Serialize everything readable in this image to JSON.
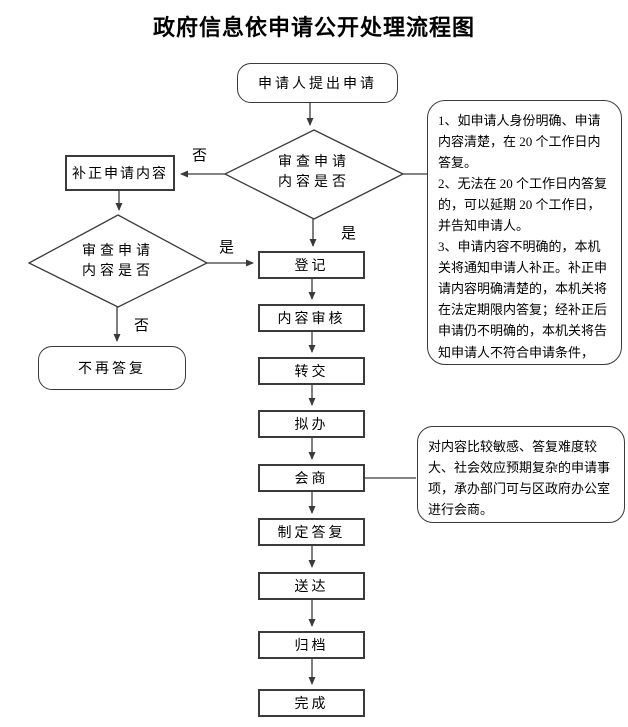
{
  "title": "政府信息依申请公开处理流程图",
  "flow": {
    "start": "申请人提出申请",
    "decision1": {
      "line1": "审查申请",
      "line2": "内容是否"
    },
    "correct_box": "补正申请内容",
    "decision2": {
      "line1": "审查申请",
      "line2": "内容是否"
    },
    "no_reply": "不再答复",
    "steps": [
      "登记",
      "内容审核",
      "转交",
      "拟办",
      "会商",
      "制定答复",
      "送达",
      "归档",
      "完成"
    ],
    "labels": {
      "d1_no": "否",
      "d1_yes": "是",
      "d2_yes": "是",
      "d2_no": "否"
    }
  },
  "notes": {
    "note1_items": [
      "1、如申请人身份明确、申请内容清楚，在 20 个工作日内答复。",
      "2、无法在 20 个工作日内答复的，可以延期 20 个工作日，并告知申请人。",
      "3、申请内容不明确的，本机关将通知申请人补正。补正申请内容明确清楚的，本机关将在法定期限内答复；经补正后申请仍不明确的，本机关将告知申请人不符合申请条件，"
    ],
    "note2": "对内容比较敏感、答复难度较大、社会效应预期复杂的申请事项，承办部门可与区政府办公室进行会商。"
  },
  "colors": {
    "line": "#3a3a3a",
    "text": "#000000",
    "background": "#ffffff"
  }
}
